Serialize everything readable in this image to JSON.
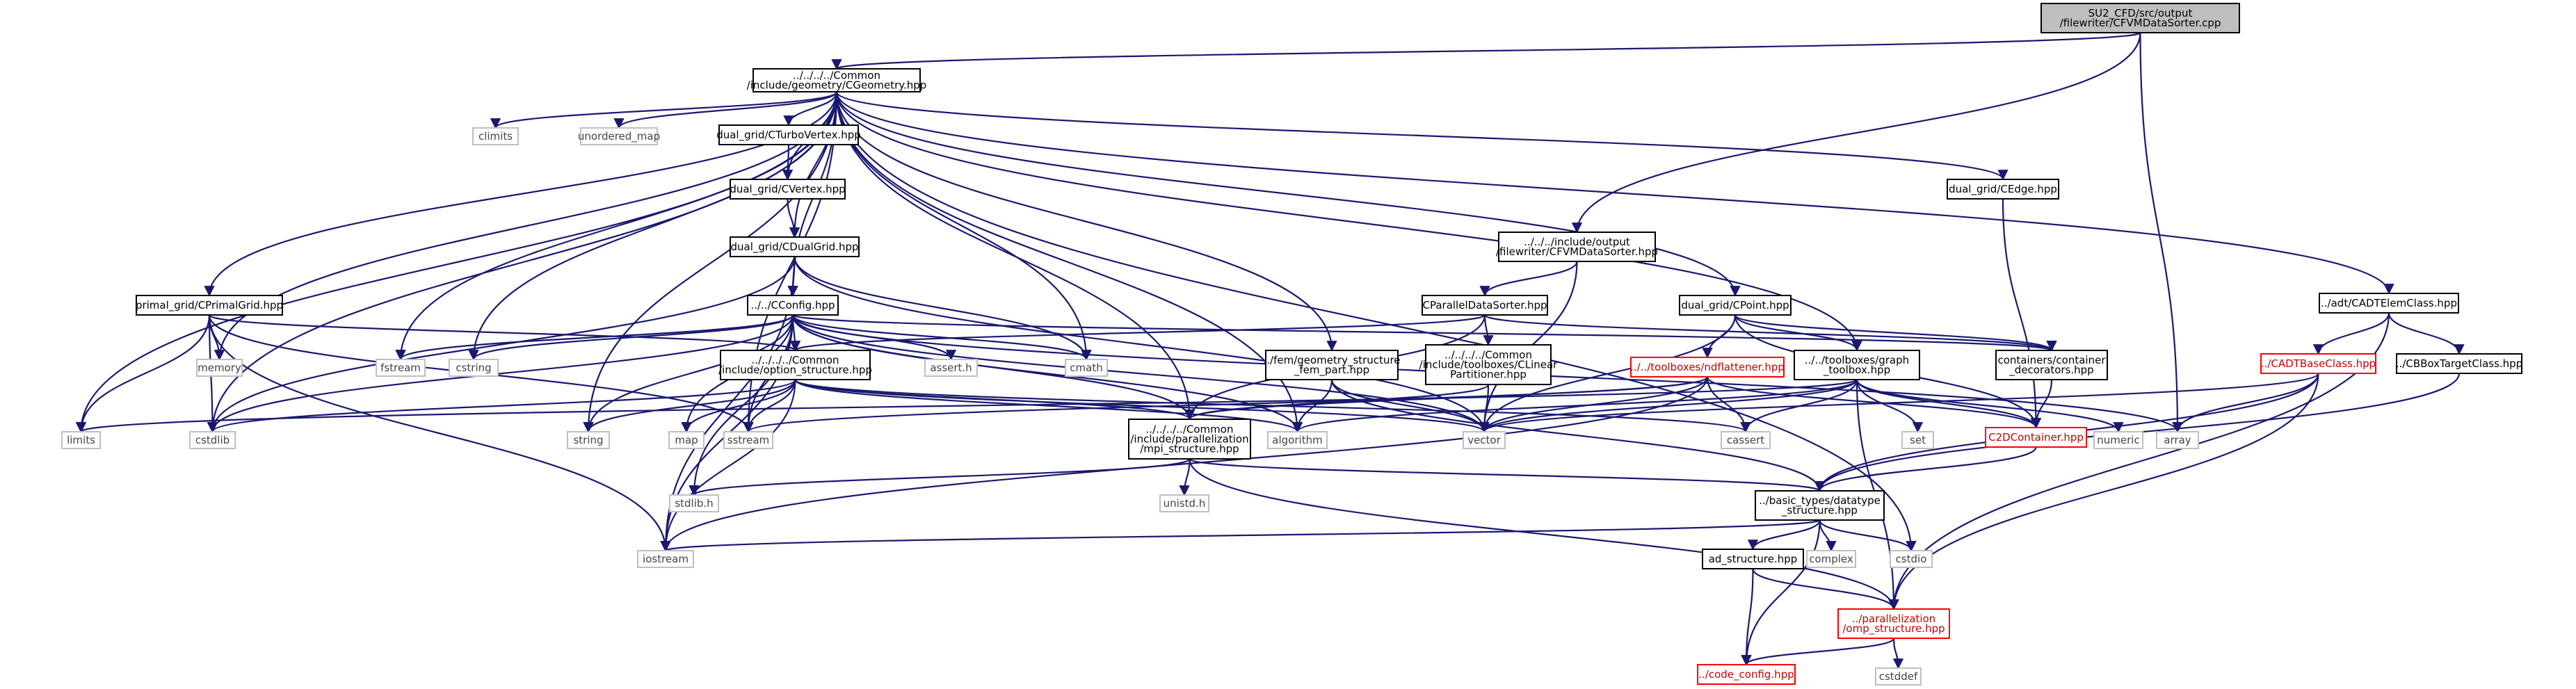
{
  "colors": {
    "edge_default": "#191970",
    "edge_gray": "#808080",
    "node_root_fill": "#bfbfbf",
    "node_border_regular": "#000000",
    "node_border_truncated": "#ff0000",
    "node_border_system": "#bfbfbf"
  },
  "nodes": [
    {
      "id": "root",
      "kind": "root",
      "lines": [
        "SU2_CFD/src/output",
        "/filewriter/CFVMDataSorter.cpp"
      ]
    },
    {
      "id": "cgeometry",
      "kind": "regular",
      "lines": [
        "../../../../Common",
        "/include/geometry/CGeometry.hpp"
      ]
    },
    {
      "id": "climits",
      "kind": "system",
      "lines": [
        "climits"
      ]
    },
    {
      "id": "unordered_map",
      "kind": "system",
      "lines": [
        "unordered_map"
      ]
    },
    {
      "id": "cturbovertex",
      "kind": "regular",
      "lines": [
        "dual_grid/CTurboVertex.hpp"
      ]
    },
    {
      "id": "cvertex",
      "kind": "regular",
      "lines": [
        "dual_grid/CVertex.hpp"
      ]
    },
    {
      "id": "cdualgrid",
      "kind": "regular",
      "lines": [
        "dual_grid/CDualGrid.hpp"
      ]
    },
    {
      "id": "cedge",
      "kind": "regular",
      "lines": [
        "dual_grid/CEdge.hpp"
      ]
    },
    {
      "id": "cfvmdatasorter",
      "kind": "regular",
      "lines": [
        "../../../include/output",
        "/filewriter/CFVMDataSorter.hpp"
      ]
    },
    {
      "id": "cadtelemclass",
      "kind": "regular",
      "lines": [
        "../adt/CADTElemClass.hpp"
      ]
    },
    {
      "id": "cprimalgrid",
      "kind": "regular",
      "lines": [
        "primal_grid/CPrimalGrid.hpp"
      ]
    },
    {
      "id": "cconfig",
      "kind": "regular",
      "lines": [
        "../../CConfig.hpp"
      ]
    },
    {
      "id": "cparalleldatasorter",
      "kind": "regular",
      "lines": [
        "CParallelDataSorter.hpp"
      ]
    },
    {
      "id": "cpoint",
      "kind": "regular",
      "lines": [
        "dual_grid/CPoint.hpp"
      ]
    },
    {
      "id": "cadtbaseclass",
      "kind": "truncated",
      "lines": [
        "../CADTBaseClass.hpp"
      ]
    },
    {
      "id": "cbboxtargetclass",
      "kind": "regular",
      "lines": [
        "../CBBoxTargetClass.hpp"
      ]
    },
    {
      "id": "memory",
      "kind": "system",
      "lines": [
        "memory"
      ]
    },
    {
      "id": "fstream",
      "kind": "system",
      "lines": [
        "fstream"
      ]
    },
    {
      "id": "cstring",
      "kind": "system",
      "lines": [
        "cstring"
      ]
    },
    {
      "id": "option_structure",
      "kind": "regular",
      "lines": [
        "../../../../Common",
        "/include/option_structure.hpp"
      ]
    },
    {
      "id": "asserth",
      "kind": "system",
      "lines": [
        "assert.h"
      ]
    },
    {
      "id": "cmath",
      "kind": "system",
      "lines": [
        "cmath"
      ]
    },
    {
      "id": "fem_part",
      "kind": "regular",
      "lines": [
        "../fem/geometry_structure",
        "_fem_part.hpp"
      ]
    },
    {
      "id": "clinearpartitioner",
      "kind": "regular",
      "lines": [
        "../../../../Common",
        "/include/toolboxes/CLinear",
        "Partitioner.hpp"
      ]
    },
    {
      "id": "ndflattener",
      "kind": "truncated",
      "lines": [
        "../../toolboxes/ndflattener.hpp"
      ]
    },
    {
      "id": "graph_toolbox",
      "kind": "regular",
      "lines": [
        "../../toolboxes/graph",
        "_toolbox.hpp"
      ]
    },
    {
      "id": "container_decorators",
      "kind": "regular",
      "lines": [
        "containers/container",
        "_decorators.hpp"
      ]
    },
    {
      "id": "limits",
      "kind": "system",
      "lines": [
        "limits"
      ]
    },
    {
      "id": "cstdlib",
      "kind": "system",
      "lines": [
        "cstdlib"
      ]
    },
    {
      "id": "string",
      "kind": "system",
      "lines": [
        "string"
      ]
    },
    {
      "id": "map",
      "kind": "system",
      "lines": [
        "map"
      ]
    },
    {
      "id": "sstream",
      "kind": "system",
      "lines": [
        "sstream"
      ]
    },
    {
      "id": "mpi_structure",
      "kind": "regular",
      "lines": [
        "../../../../Common",
        "/include/parallelization",
        "/mpi_structure.hpp"
      ]
    },
    {
      "id": "algorithm",
      "kind": "system",
      "lines": [
        "algorithm"
      ]
    },
    {
      "id": "vector",
      "kind": "system",
      "lines": [
        "vector"
      ]
    },
    {
      "id": "cassert",
      "kind": "system",
      "lines": [
        "cassert"
      ]
    },
    {
      "id": "set",
      "kind": "system",
      "lines": [
        "set"
      ]
    },
    {
      "id": "c2dcontainer",
      "kind": "truncated",
      "lines": [
        "C2DContainer.hpp"
      ]
    },
    {
      "id": "numeric",
      "kind": "system",
      "lines": [
        "numeric"
      ]
    },
    {
      "id": "array",
      "kind": "system",
      "lines": [
        "array"
      ]
    },
    {
      "id": "stdlibh",
      "kind": "system",
      "lines": [
        "stdlib.h"
      ]
    },
    {
      "id": "unistdh",
      "kind": "system",
      "lines": [
        "unistd.h"
      ]
    },
    {
      "id": "datatype_structure",
      "kind": "regular",
      "lines": [
        "../basic_types/datatype",
        "_structure.hpp"
      ]
    },
    {
      "id": "iostream",
      "kind": "system",
      "lines": [
        "iostream"
      ]
    },
    {
      "id": "complex",
      "kind": "system",
      "lines": [
        "complex"
      ]
    },
    {
      "id": "cstdio",
      "kind": "system",
      "lines": [
        "cstdio"
      ]
    },
    {
      "id": "ad_structure",
      "kind": "regular",
      "lines": [
        "ad_structure.hpp"
      ]
    },
    {
      "id": "omp_structure",
      "kind": "truncated",
      "lines": [
        "../parallelization",
        "/omp_structure.hpp"
      ]
    },
    {
      "id": "code_config",
      "kind": "truncated",
      "lines": [
        "../code_config.hpp"
      ]
    },
    {
      "id": "cstddef",
      "kind": "system",
      "lines": [
        "cstddef"
      ]
    }
  ]
}
